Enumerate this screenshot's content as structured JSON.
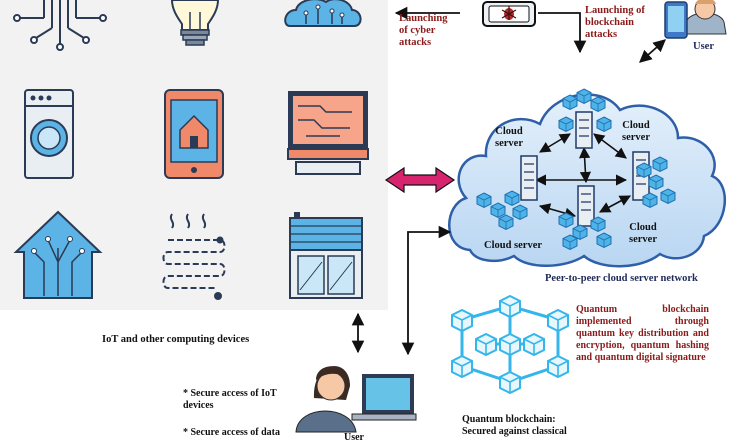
{
  "labels": {
    "launch_cyber": "Launching\nof cyber\nattacks",
    "launch_blockchain": "Launching of\nblockchain\nattacks",
    "user_top": "User",
    "cloud_server_1": "Cloud\nserver",
    "cloud_server_2": "Cloud\nserver",
    "cloud_server_3": "Cloud server",
    "cloud_server_4": "Cloud\nserver",
    "p2p_network": "Peer-to-peer cloud server network",
    "iot_devices": "IoT and other computing devices",
    "quantum_desc": "Quantum blockchain implemented through quantum key distribution and encryption, quantum hashing and quantum digital signature",
    "secure_1": "* Secure access of IoT devices",
    "secure_2": "* Secure access of data",
    "user_bottom": "User",
    "quantum_secured": "Quantum blockchain:\nSecured against classical"
  },
  "colors": {
    "iot_blue": "#2e7dc4",
    "iot_light": "#5bb4e5",
    "cloud_fill": "#cfe4f7",
    "cloud_stroke": "#2e5fa8",
    "arrow_pink": "#d6246e",
    "label_red": "#8b1a1a",
    "label_navy": "#1f2a5a",
    "orange": "#f0896a"
  },
  "icons": [
    "circuit-chip-icon",
    "light-bulb-icon",
    "cloud-circuit-icon",
    "washing-machine-icon",
    "smartphone-home-icon",
    "computer-monitor-icon",
    "smart-home-icon",
    "heater-icon",
    "window-blinds-icon",
    "hacker-bug-device-icon",
    "user-phone-icon",
    "quantum-blockchain-icon",
    "user-laptop-icon"
  ]
}
